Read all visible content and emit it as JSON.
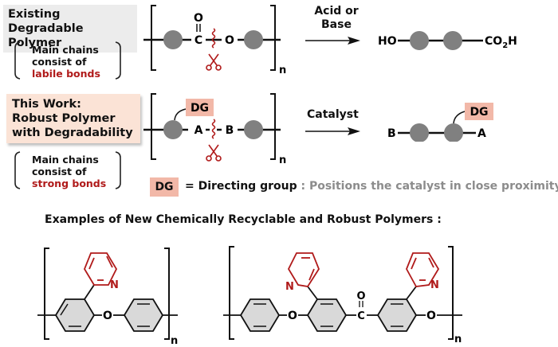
{
  "top": {
    "label_lines": [
      "Existing",
      "Degradable Polymer"
    ],
    "note_lines": [
      "Main chains",
      "consist of"
    ],
    "note_highlight": "labile bonds",
    "polymer": {
      "carbonyl_o": "O",
      "carbon": "C",
      "oxygen": "O",
      "repeat": "n"
    },
    "arrow_label_lines": [
      "Acid or",
      "Base"
    ],
    "product": {
      "left": "HO",
      "right_main": "CO",
      "right_sub": "2",
      "right_end": "H"
    }
  },
  "middle": {
    "label_lines": [
      "This Work:",
      "Robust Polymer",
      "with Degradability"
    ],
    "note_lines": [
      "Main chains",
      "consist of"
    ],
    "note_highlight": "strong bonds",
    "polymer": {
      "dg": "DG",
      "a": "A",
      "b": "B",
      "repeat": "n"
    },
    "arrow_label": "Catalyst",
    "product": {
      "left": "B",
      "right": "A",
      "dg": "DG"
    }
  },
  "legend": {
    "badge": "DG",
    "definition": "= Directing group",
    "explanation": ": Positions the catalyst in close proximity"
  },
  "examples": {
    "title": "Examples of New Chemically Recyclable and Robust Polymers :",
    "polymer1": {
      "n_atom": "N",
      "o_atom": "O",
      "repeat": "n"
    },
    "polymer2": {
      "n_atom_left": "N",
      "n_atom_right": "N",
      "o_left": "O",
      "carbonyl_o": "O",
      "carbon": "C",
      "o_right": "O",
      "repeat": "n"
    }
  },
  "colors": {
    "accent_red": "#b01a1a",
    "node_gray": "#808080",
    "dg_fill": "#f2b8a8",
    "peach_box": "#fbe3d6",
    "gray_box": "#ececec",
    "ring_fill": "#d9d9d9"
  }
}
